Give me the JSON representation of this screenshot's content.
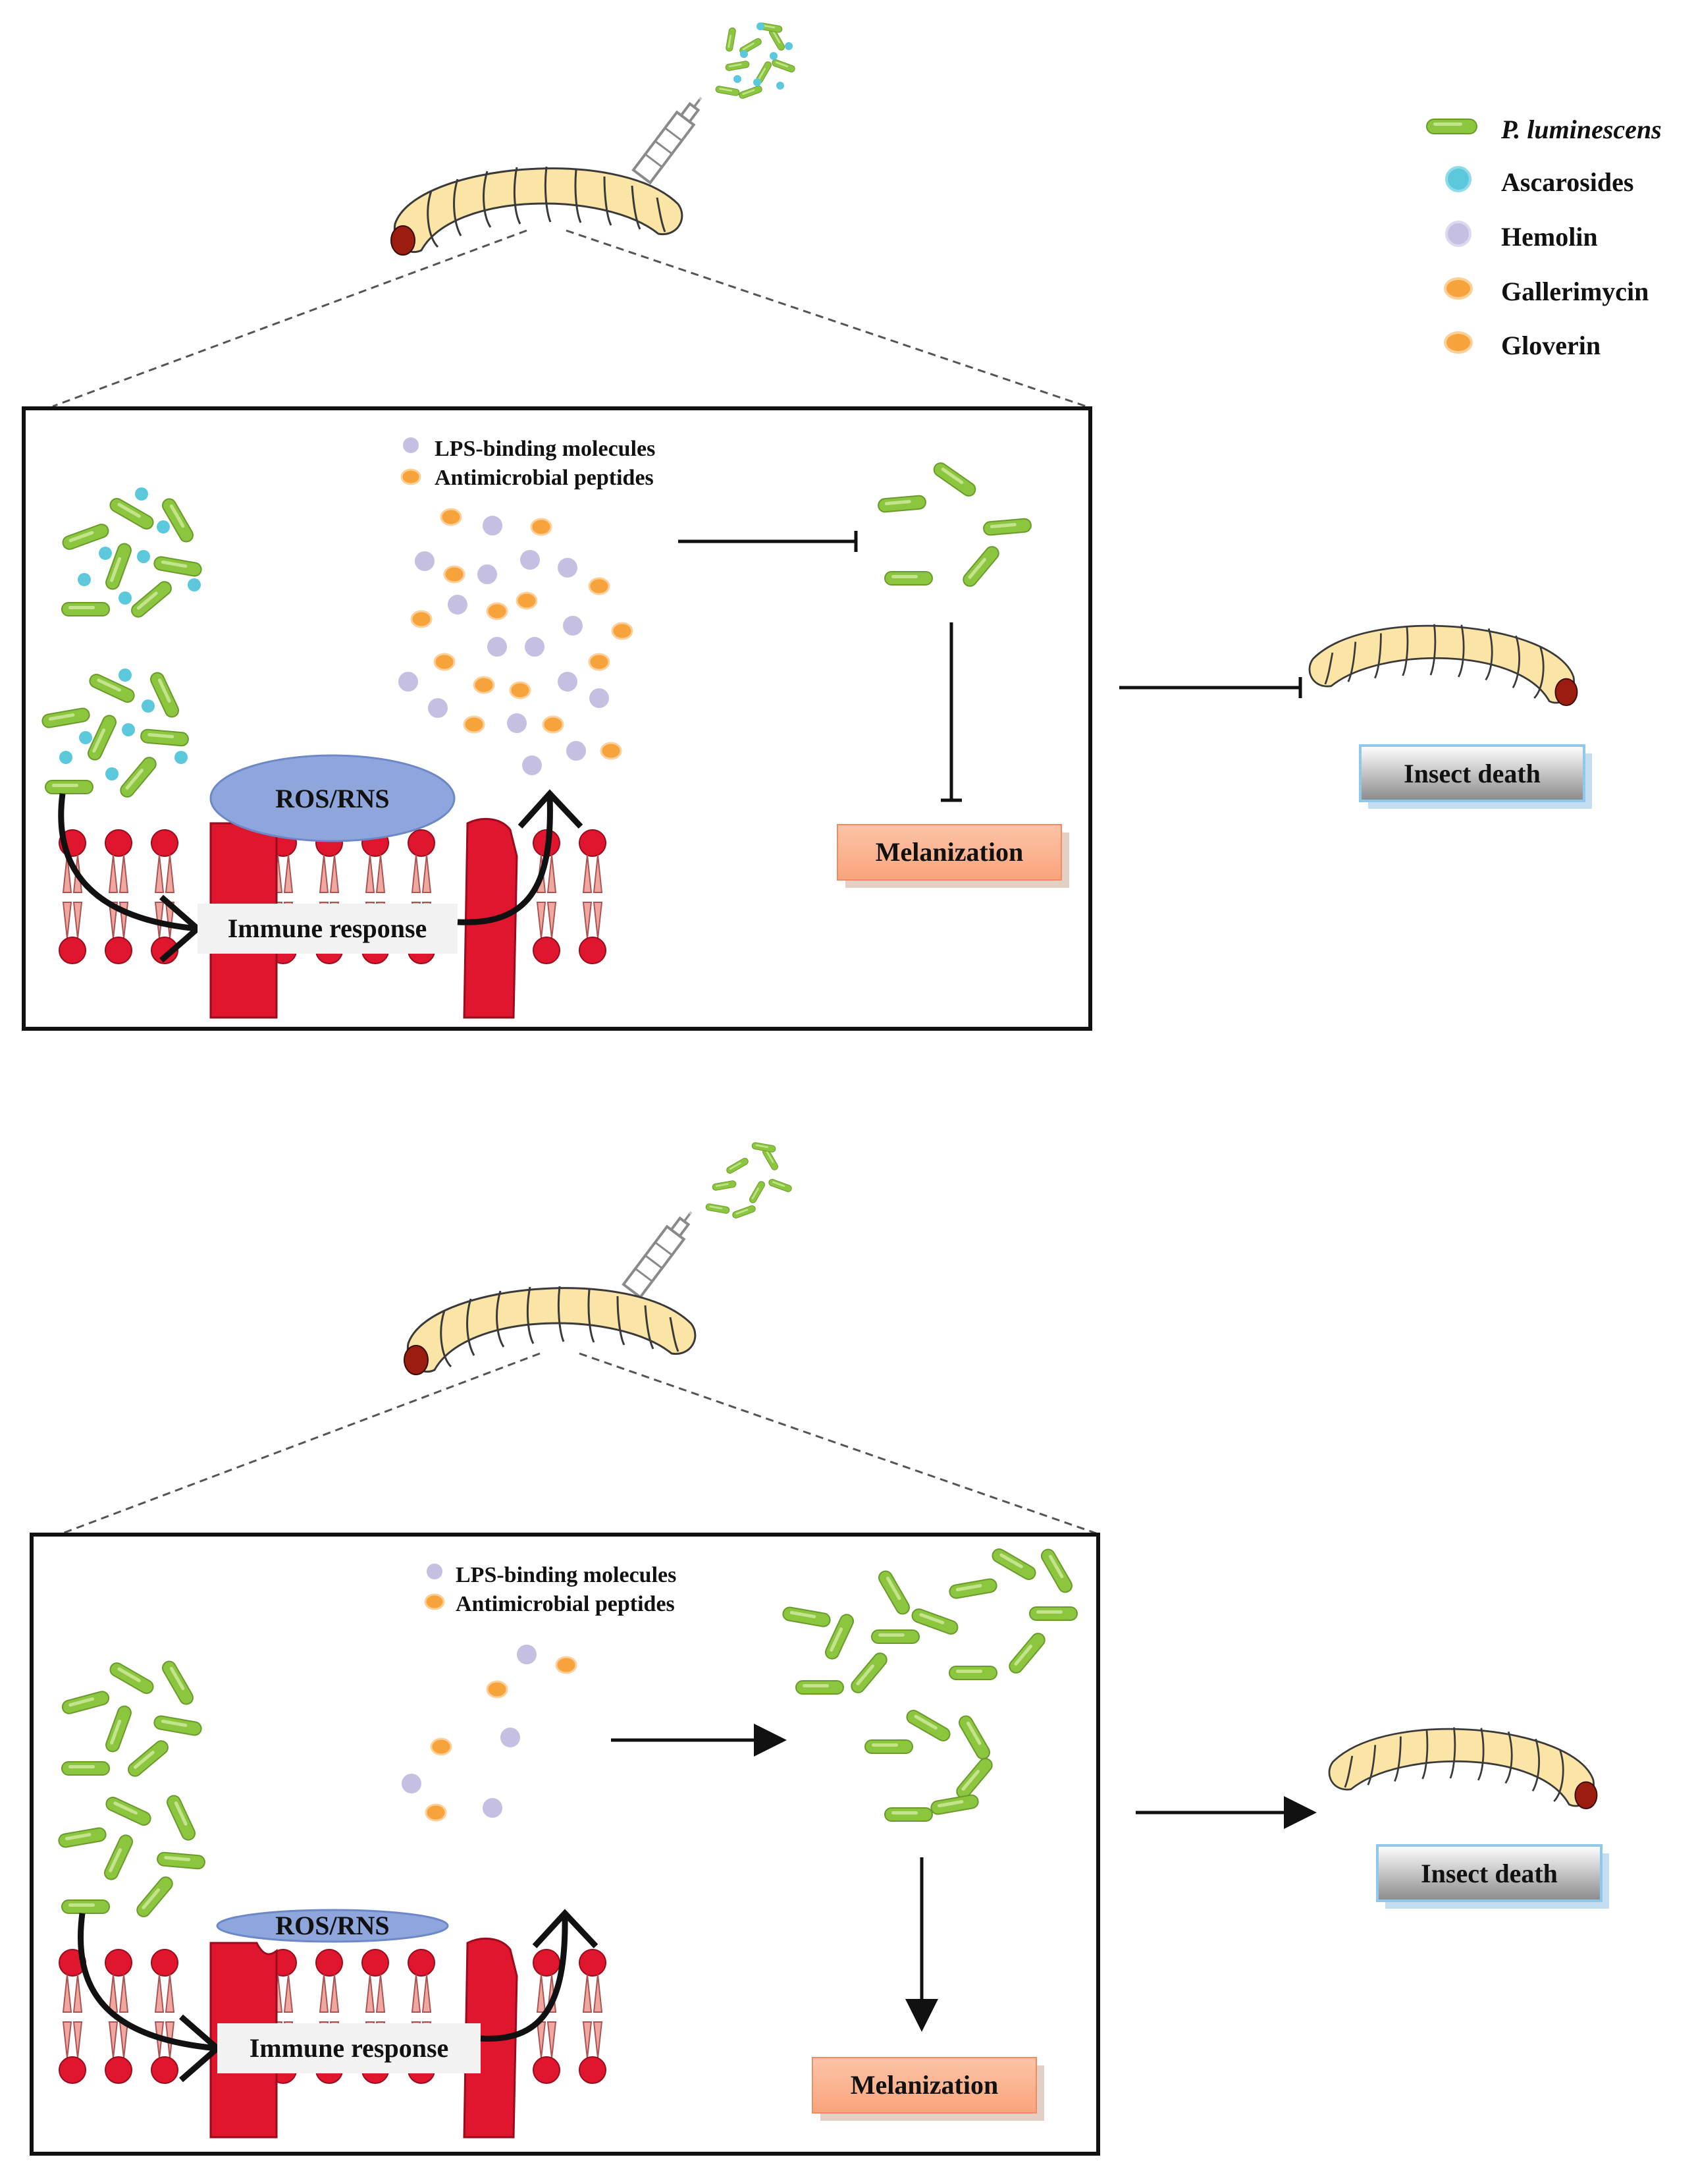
{
  "legend": {
    "items": [
      {
        "label": "P. luminescens",
        "icon": "bacterium-icon",
        "color": "#8cc63f",
        "italic": true
      },
      {
        "label": "Ascarosides",
        "icon": "ascaroside-icon",
        "color": "#5bc8dc",
        "italic": false
      },
      {
        "label": "Hemolin",
        "icon": "hemolin-icon",
        "color": "#c5bfe2",
        "italic": false
      },
      {
        "label": "Gallerimycin",
        "icon": "gallerimycin-icon",
        "color": "#f7a33b",
        "italic": false
      },
      {
        "label": "Gloverin",
        "icon": "gloverin-icon",
        "color": "#f7a33b",
        "italic": false
      }
    ]
  },
  "panel_top": {
    "molecule_legend": {
      "lps": "LPS-binding molecules",
      "amp": "Antimicrobial peptides"
    },
    "ros_label": "ROS/RNS",
    "immune_label": "Immune response",
    "melanization_label": "Melanization",
    "outcome_label": "Insect death",
    "arrow_to_bacteria": "inhibit",
    "arrow_to_melanization": "inhibit",
    "arrow_to_death": "inhibit"
  },
  "panel_bottom": {
    "molecule_legend": {
      "lps": "LPS-binding molecules",
      "amp": "Antimicrobial peptides"
    },
    "ros_label": "ROS/RNS",
    "immune_label": "Immune response",
    "melanization_label": "Melanization",
    "outcome_label": "Insect death",
    "arrow_to_bacteria": "activate",
    "arrow_to_melanization": "activate",
    "arrow_to_death": "activate"
  },
  "colors": {
    "bacterium": "#8cc63f",
    "ascaroside": "#5bc8dc",
    "lps_molecule": "#c5bfe2",
    "amp_molecule": "#f7a33b",
    "membrane_head": "#e0152e",
    "membrane_tail": "#f0a7a0",
    "protein": "#e0152e",
    "ros": "#8ea6dc",
    "melanization_box": "#fbb89a",
    "larva_body": "#fae4a6",
    "larva_head": "#9b1d10"
  }
}
